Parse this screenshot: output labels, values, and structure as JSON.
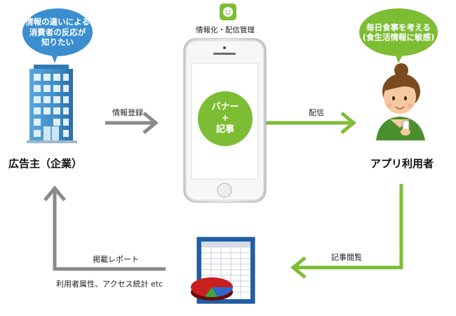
{
  "advertiser": {
    "bubble_line1": "情報の違いによる",
    "bubble_line2": "消費者の反応が",
    "bubble_line3": "知りたい",
    "label": "広告主（企業）"
  },
  "user": {
    "bubble_line1": "毎日食事を考える",
    "bubble_line2": "(食生活情報に敏感)",
    "label": "アプリ利用者"
  },
  "app": {
    "caption": "情報化・配信管理",
    "circle_line1": "バナー",
    "circle_line2": "+",
    "circle_line3": "記事"
  },
  "flows": {
    "register": "情報登録",
    "deliver": "配信",
    "browse": "記事閲覧",
    "report_title": "掲載レポート",
    "report_detail": "利用者属性、アクセス統計 etc"
  },
  "colors": {
    "blue": "#3b8fd0",
    "green": "#7dbd34",
    "gray_arrow": "#8a8a8a"
  }
}
